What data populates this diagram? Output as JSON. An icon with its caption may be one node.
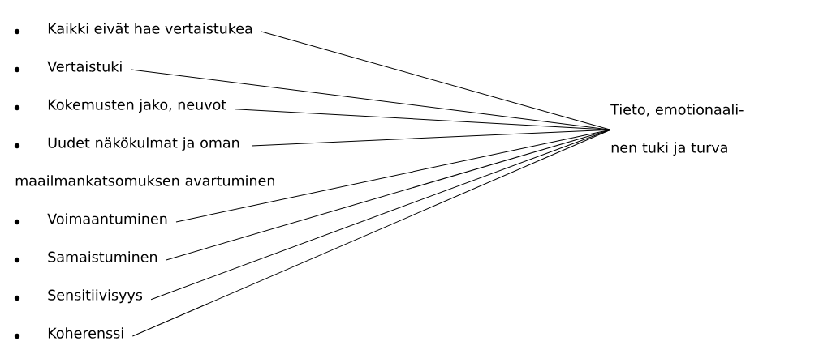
{
  "diagram": {
    "nodes": [
      {
        "text": [
          "Kaikki eivät hae vertaistukea"
        ]
      },
      {
        "text": [
          "Vertaistuki"
        ]
      },
      {
        "text": [
          "Kokemusten jako, neuvot"
        ]
      },
      {
        "text": [
          "Uudet näkökulmat ja oman maailmankatsomuksen avartuminen"
        ]
      },
      {
        "text": [
          "Voimaantuminen"
        ]
      },
      {
        "text": [
          "Samaistuminen"
        ]
      },
      {
        "text": [
          "Sensitiivisyys"
        ]
      },
      {
        "text": [
          "Koherenssi"
        ]
      },
      {
        "text": [
          "Tieto, emotionaali- nen tuki ja turva"
        ]
      }
    ],
    "edges": [
      {
        "from": 0,
        "to": 8,
        "arrow": "none"
      },
      {
        "from": 1,
        "to": 8,
        "arrow": "none"
      },
      {
        "from": 2,
        "to": 8,
        "arrow": "none"
      },
      {
        "from": 3,
        "to": 8,
        "arrow": "none"
      },
      {
        "from": 4,
        "to": 8,
        "arrow": "none"
      },
      {
        "from": 5,
        "to": 8,
        "arrow": "none"
      },
      {
        "from": 6,
        "to": 8,
        "arrow": "none"
      },
      {
        "from": 7,
        "to": 8,
        "arrow": "none"
      }
    ]
  }
}
